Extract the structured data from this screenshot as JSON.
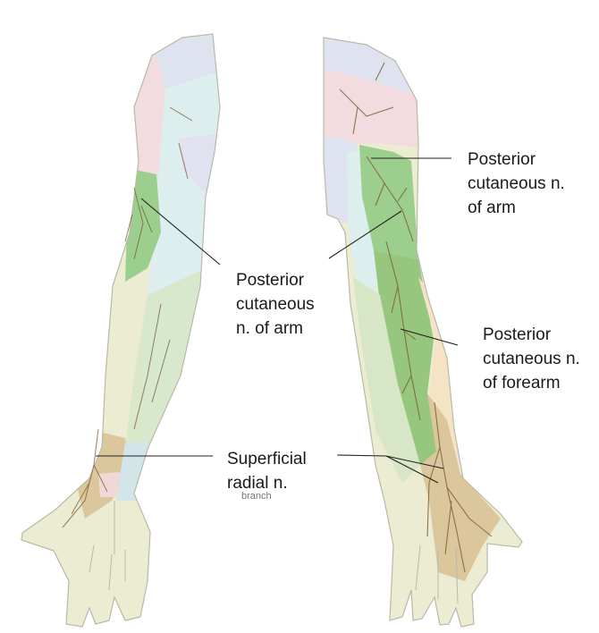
{
  "labels": {
    "posterior_cutaneous_arm_right": "Posterior\ncutaneous n.\nof arm",
    "posterior_cutaneous_arm_center": "Posterior\ncutaneous\nn. of arm",
    "posterior_cutaneous_forearm": "Posterior\ncutaneous n.\nof forearm",
    "superficial_radial": "Superficial\nradial n.",
    "branch_fragment": "branch"
  },
  "colors": {
    "skin_base": "#ebecd2",
    "skin_outline": "#b9b9a8",
    "deltoid_pink": "#f3dcdf",
    "lateral_blue": "#dfe3ef",
    "medial_aqua": "#dcefee",
    "posterior_arm_green": "#9cce8d",
    "forearm_green_light": "#d7e6c7",
    "radial_tan": "#dcc79c",
    "forearm_peach": "#f4e3c4",
    "nerve_brown": "#7c6138",
    "leader_line": "#222222"
  }
}
